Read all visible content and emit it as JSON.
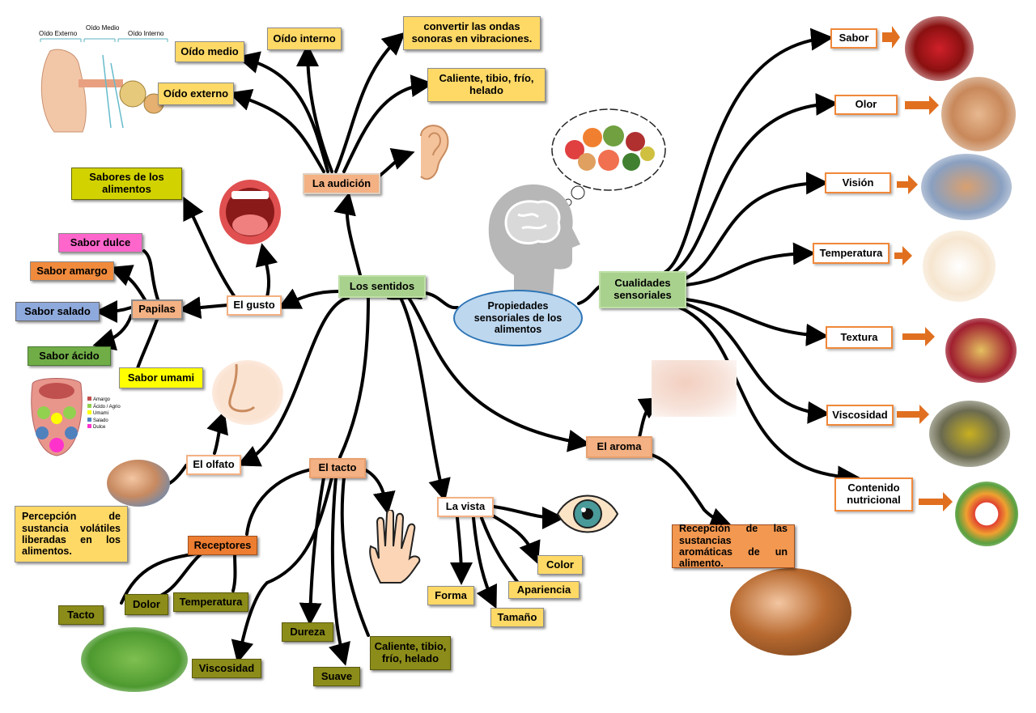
{
  "center": {
    "label": "Propiedades sensoriales de los alimentos"
  },
  "hubs": {
    "sentidos": "Los sentidos",
    "cualidades": "Cualidades sensoriales"
  },
  "senses": {
    "audicion": "La audición",
    "gusto": "El gusto",
    "olfato": "El olfato",
    "tacto": "El tacto",
    "vista": "La vista",
    "aroma": "El aroma"
  },
  "audicion": {
    "oido_externo": "Oído externo",
    "oido_medio": "Oído medio",
    "oido_interno": "Oído interno",
    "ondas": "convertir las ondas sonoras en vibraciones.",
    "temperatura": "Caliente, tibio, frío, helado"
  },
  "gusto": {
    "sabores": "Sabores de los alimentos",
    "papilas": "Papilas",
    "dulce": "Sabor dulce",
    "amargo": "Sabor amargo",
    "salado": "Sabor salado",
    "acido": "Sabor ácido",
    "umami": "Sabor umami"
  },
  "tongue_legend": [
    {
      "label": "Amargo",
      "color": "#c0504d"
    },
    {
      "label": "Ácido / Agrio",
      "color": "#92d050"
    },
    {
      "label": "Umami",
      "color": "#ffff00"
    },
    {
      "label": "Salado",
      "color": "#4f81bd"
    },
    {
      "label": "Dulce",
      "color": "#ff33cc"
    }
  ],
  "ear_diagram": {
    "externo": "Oído Externo",
    "medio": "Oído Medio",
    "interno": "Oído Interno"
  },
  "olfato": {
    "percepcion": "Percepción de sustancia volátiles liberadas en los alimentos."
  },
  "tacto": {
    "receptores": "Receptores",
    "tacto": "Tacto",
    "dolor": "Dolor",
    "temperatura": "Temperatura",
    "viscosidad": "Viscosidad",
    "dureza": "Dureza",
    "suave": "Suave",
    "caliente": "Caliente, tibio, frío, helado"
  },
  "vista": {
    "forma": "Forma",
    "tamano": "Tamaño",
    "apariencia": "Apariencia",
    "color": "Color"
  },
  "aroma": {
    "recepcion": "Recepción de las sustancias aromáticas de un alimento."
  },
  "cualidades": {
    "sabor": "Sabor",
    "olor": "Olor",
    "vision": "Visión",
    "temperatura": "Temperatura",
    "textura": "Textura",
    "viscosidad": "Viscosidad",
    "contenido": "Contenido nutricional"
  },
  "colors": {
    "yellow": "#ffd966",
    "orange": "#f4b183",
    "green": "#a9d18e",
    "olive": "#8c8c1a",
    "center_blue": "#bdd7ee",
    "arrow_orange": "#e07020"
  }
}
